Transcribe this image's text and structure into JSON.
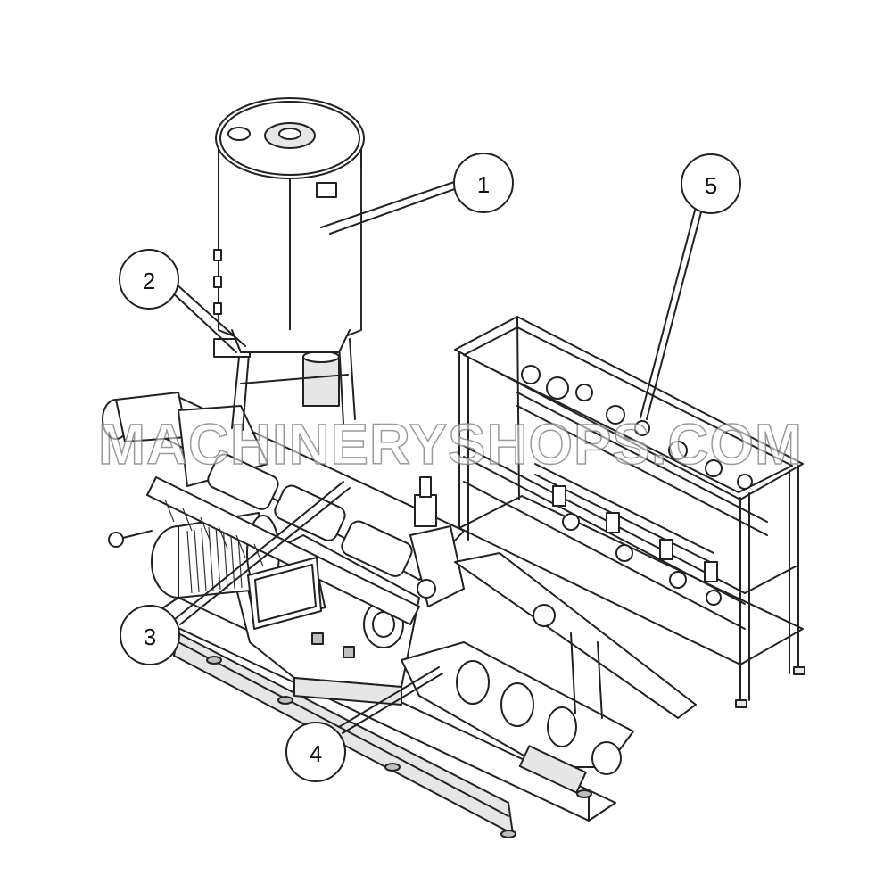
{
  "diagram": {
    "callouts": [
      {
        "id": "1",
        "label": "1"
      },
      {
        "id": "2",
        "label": "2"
      },
      {
        "id": "3",
        "label": "3"
      },
      {
        "id": "4",
        "label": "4"
      },
      {
        "id": "5",
        "label": "5"
      }
    ],
    "watermark": "MACHINERYSHOPS.COM",
    "colors": {
      "line": "#222222",
      "fill_light": "#e6e6e6",
      "fill_mid": "#bfbfbf",
      "background": "#ffffff"
    }
  }
}
